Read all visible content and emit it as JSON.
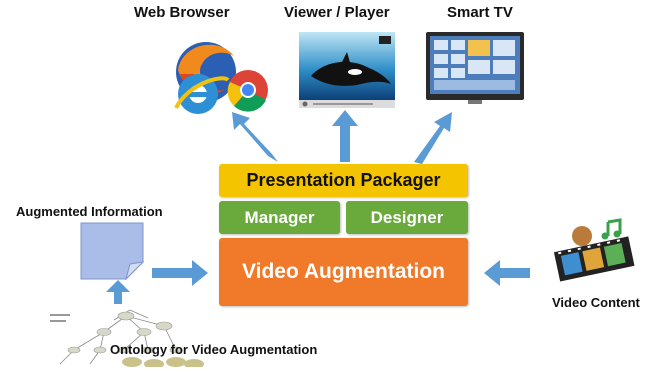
{
  "outputs": {
    "browser_label": "Web Browser",
    "viewer_label": "Viewer / Player",
    "tv_label": "Smart TV"
  },
  "blocks": {
    "packager": "Presentation Packager",
    "manager": "Manager",
    "designer": "Designer",
    "augmentation": "Video Augmentation"
  },
  "inputs": {
    "augmented_info_label": "Augmented Information",
    "video_content_label": "Video Content",
    "ontology_label": "Ontology for Video Augmentation"
  },
  "colors": {
    "packager": "#f5c400",
    "manager": "#6aa93b",
    "augmentation": "#f07a2a",
    "arrow": "#5b9bd5",
    "document": "#a9bde8"
  },
  "icons": [
    "browser-logos-icon",
    "orca-video-icon",
    "smart-tv-icon",
    "document-icon",
    "film-strip-icon",
    "ontology-graph-icon"
  ]
}
